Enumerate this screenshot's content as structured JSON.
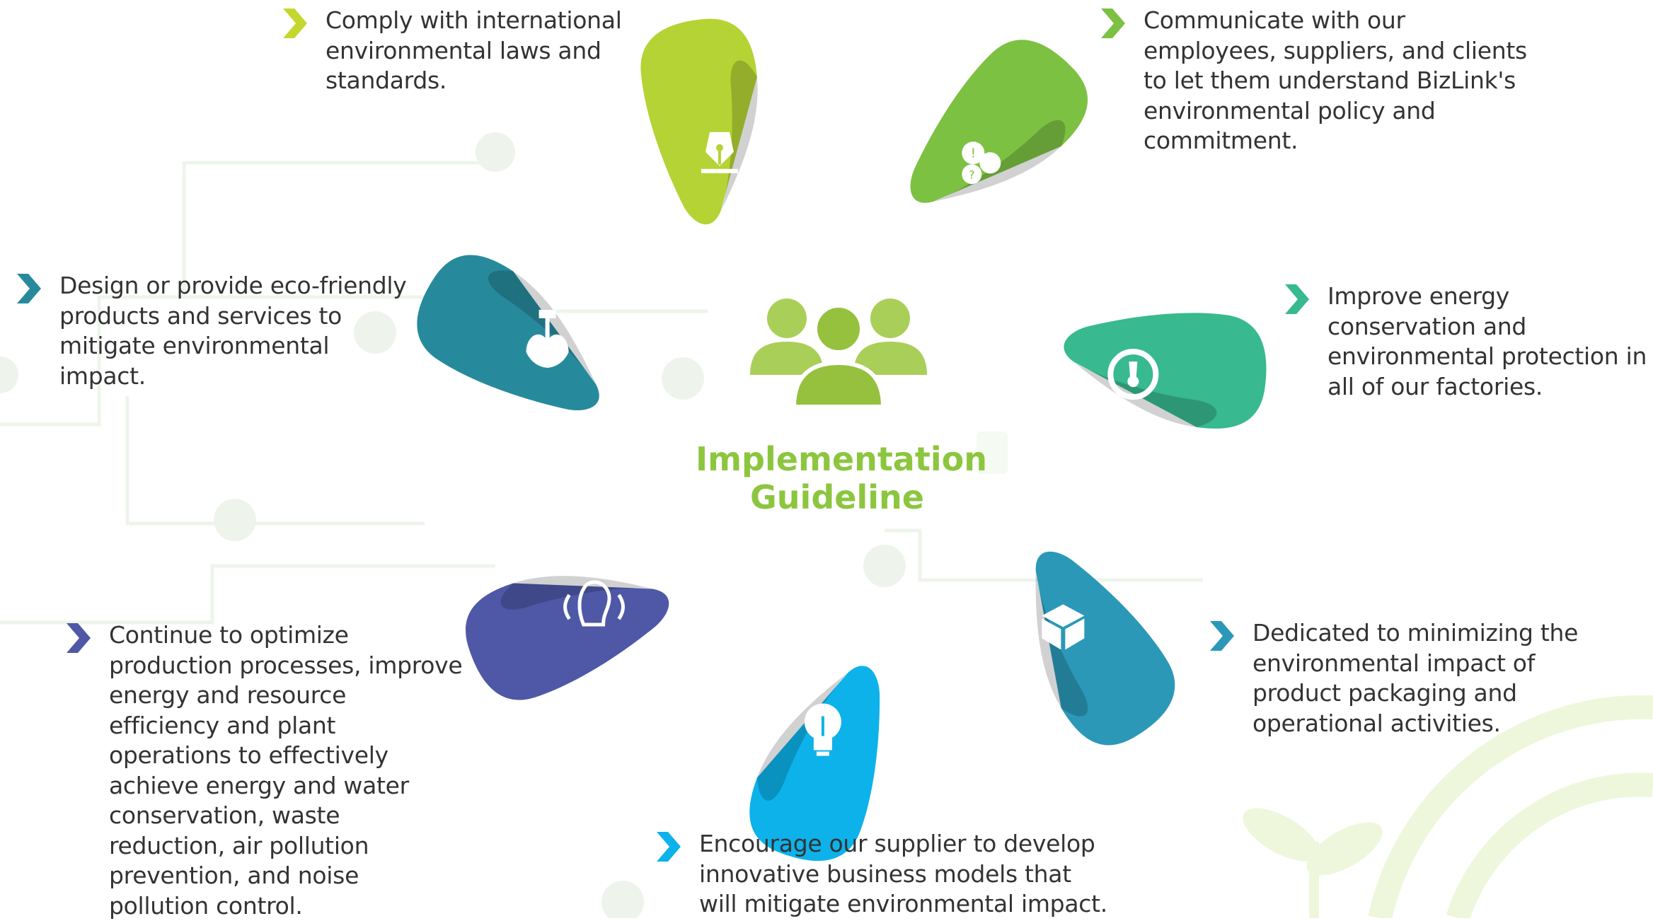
{
  "center": {
    "title_line1": "Implementation",
    "title_line2": "Guideline",
    "icon": "people-group-icon"
  },
  "colors": {
    "yellow_green": "#b5d334",
    "green": "#7cc142",
    "teal_green": "#38b98f",
    "teal_blue": "#2b98b8",
    "sky_blue": "#0db2ea",
    "indigo": "#4e58a6",
    "dark_teal": "#278a9c",
    "title_green": "#8cc63f"
  },
  "guidelines": [
    {
      "text": "Comply with international environmental laws and standards.",
      "icon": "pen-nib-icon",
      "color": "#b5d334"
    },
    {
      "text": "Communicate with our employees, suppliers, and clients to let them understand BizLink's environmental policy and commitment.",
      "icon": "chat-bubbles-icon",
      "color": "#7cc142"
    },
    {
      "text": "Improve energy conservation and environmental protection in all of our factories.",
      "icon": "gauge-icon",
      "color": "#38b98f"
    },
    {
      "text": "Dedicated to minimizing the environmental impact of product packaging and operational activities.",
      "icon": "package-box-icon",
      "color": "#2b98b8"
    },
    {
      "text": "Encourage our supplier to develop innovative business models that will mitigate environmental impact.",
      "icon": "light-bulb-icon",
      "color": "#0db2ea"
    },
    {
      "text": "Continue to optimize production processes, improve energy and resource efficiency and plant operations to effectively achieve energy and water conservation, waste reduction, air pollution prevention, and noise pollution control.",
      "icon": "noise-head-icon",
      "color": "#4e58a6"
    },
    {
      "text": "Design or provide eco-friendly products and services to mitigate environmental impact.",
      "icon": "plug-leaf-icon",
      "color": "#278a9c"
    }
  ]
}
